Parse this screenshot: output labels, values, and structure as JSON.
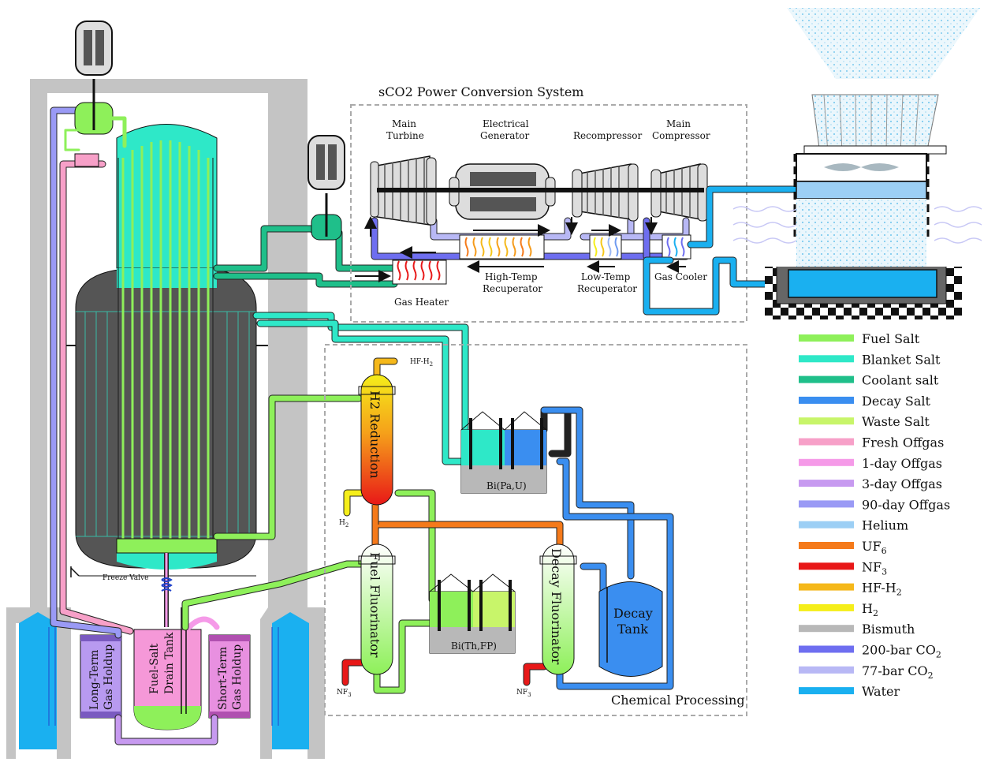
{
  "labels": {
    "power_title": "sCO2 Power Conversion System",
    "main_turbine_1": "Main",
    "main_turbine_2": "Turbine",
    "generator_1": "Electrical",
    "generator_2": "Generator",
    "recompressor": "Recompressor",
    "main_compressor_1": "Main",
    "main_compressor_2": "Compressor",
    "ht_recup_1": "High-Temp",
    "ht_recup_2": "Recuperator",
    "lt_recup_1": "Low-Temp",
    "lt_recup_2": "Recuperator",
    "gas_cooler": "Gas Cooler",
    "gas_heater": "Gas Heater",
    "chem_title": "Chemical Processing",
    "h2_reduction": "H2 Reduction",
    "hf_h2_out": "HF-H",
    "h2_in": "H",
    "bi_pa_u": "Bi(Pa,U)",
    "bi_th_fp": "Bi(Th,FP)",
    "fuel_fluorinator": "Fuel Fluorinator",
    "decay_fluorinator": "Decay Fluorinator",
    "nf3_a": "NF",
    "nf3_b": "NF",
    "decay_tank_1": "Decay",
    "decay_tank_2": "Tank",
    "freeze_valve": "Freeze Valve",
    "drain_tank_1": "Fuel-Salt",
    "drain_tank_2": "Drain Tank",
    "long_term_1": "Long-Term",
    "long_term_2": "Gas Holdup",
    "short_term_1": "Short-Term",
    "short_term_2": "Gas Holdup"
  },
  "legend": [
    {
      "label": "Fuel Salt",
      "color": "#8ef05a"
    },
    {
      "label": "Blanket Salt",
      "color": "#2ee8c8"
    },
    {
      "label": "Coolant salt",
      "color": "#1fbf8a"
    },
    {
      "label": "Decay Salt",
      "color": "#3a8ef0"
    },
    {
      "label": "Waste Salt",
      "color": "#c8f56a"
    },
    {
      "label": "Fresh Offgas",
      "color": "#f7a0c8"
    },
    {
      "label": "1-day Offgas",
      "color": "#f59ae8"
    },
    {
      "label": "3-day Offgas",
      "color": "#c79af0"
    },
    {
      "label": "90-day Offgas",
      "color": "#9a9af5"
    },
    {
      "label": "Helium",
      "color": "#9ccff5"
    },
    {
      "label": "UF",
      "sub": "6",
      "color": "#f57a1a"
    },
    {
      "label": "NF",
      "sub": "3",
      "color": "#e81818"
    },
    {
      "label": "HF-H",
      "sub": "2",
      "color": "#f5b81a"
    },
    {
      "label": "H",
      "sub": "2",
      "color": "#f5ee1a"
    },
    {
      "label": "Bismuth",
      "color": "#b8b8b8"
    },
    {
      "label": "200-bar CO",
      "sub": "2",
      "color": "#6e6ef0"
    },
    {
      "label": "77-bar CO",
      "sub": "2",
      "color": "#b8b8f5"
    },
    {
      "label": "Water",
      "color": "#1ab0f0"
    }
  ]
}
